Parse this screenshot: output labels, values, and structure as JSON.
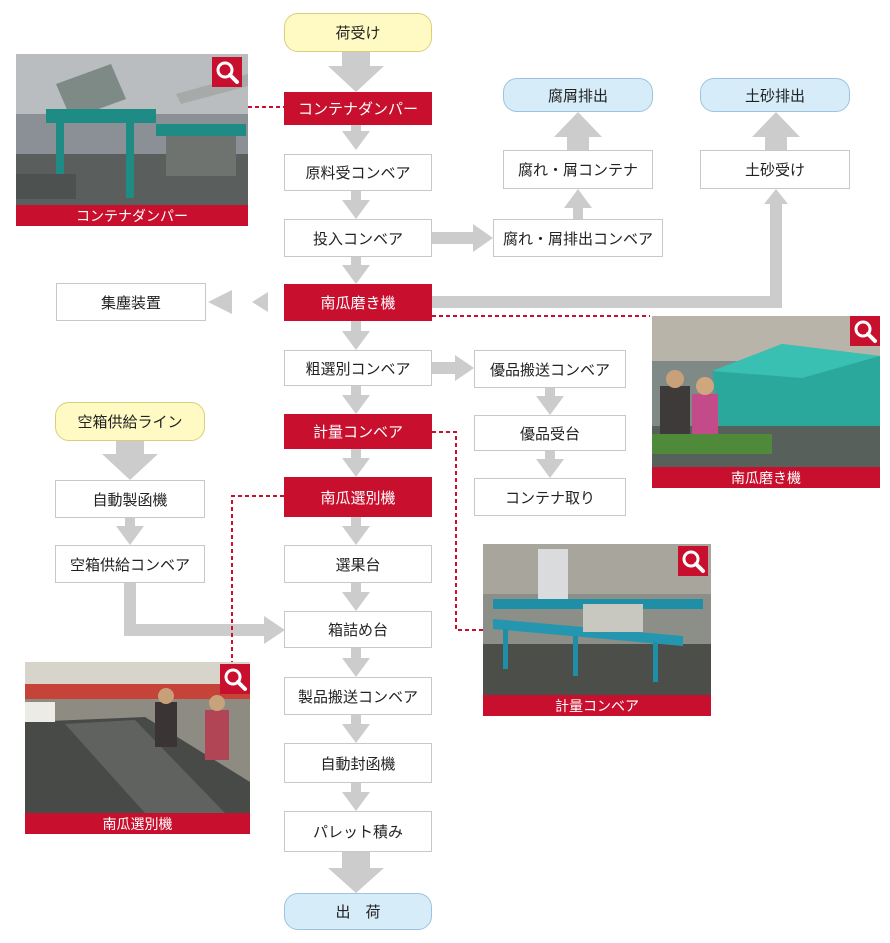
{
  "flow": {
    "receiving": "荷受け",
    "container_dumper": "コンテナダンパー",
    "raw_material_conveyor": "原料受コンベア",
    "input_conveyor": "投入コンベア",
    "pumpkin_polisher": "南瓜磨き機",
    "rough_sorting_conveyor": "粗選別コンベア",
    "weighing_conveyor": "計量コンベア",
    "pumpkin_sorter": "南瓜選別機",
    "sorting_table": "選果台",
    "packing_table": "箱詰め台",
    "product_conveyor": "製品搬送コンベア",
    "auto_sealer": "自動封函機",
    "palletizing": "パレット積み",
    "shipping": "出　荷",
    "rot_discharge": "腐屑排出",
    "rot_container": "腐れ・屑コンテナ",
    "rot_conveyor": "腐れ・屑排出コンベア",
    "soil_discharge": "土砂排出",
    "soil_receiver": "土砂受け",
    "dust_collector": "集塵装置",
    "premium_conveyor": "優品搬送コンベア",
    "premium_table": "優品受台",
    "container_pickup": "コンテナ取り",
    "empty_box_line": "空箱供給ライン",
    "auto_box_former": "自動製函機",
    "empty_box_conveyor": "空箱供給コンベア"
  },
  "photos": {
    "container_dumper": "コンテナダンパー",
    "pumpkin_polisher": "南瓜磨き機",
    "weighing_conveyor": "計量コンベア",
    "pumpkin_sorter": "南瓜選別機"
  },
  "colors": {
    "accent_red": "#c8102e",
    "arrow_gray": "#cccccc",
    "start_yellow": "#fffac4",
    "end_blue": "#d6ecf8"
  }
}
